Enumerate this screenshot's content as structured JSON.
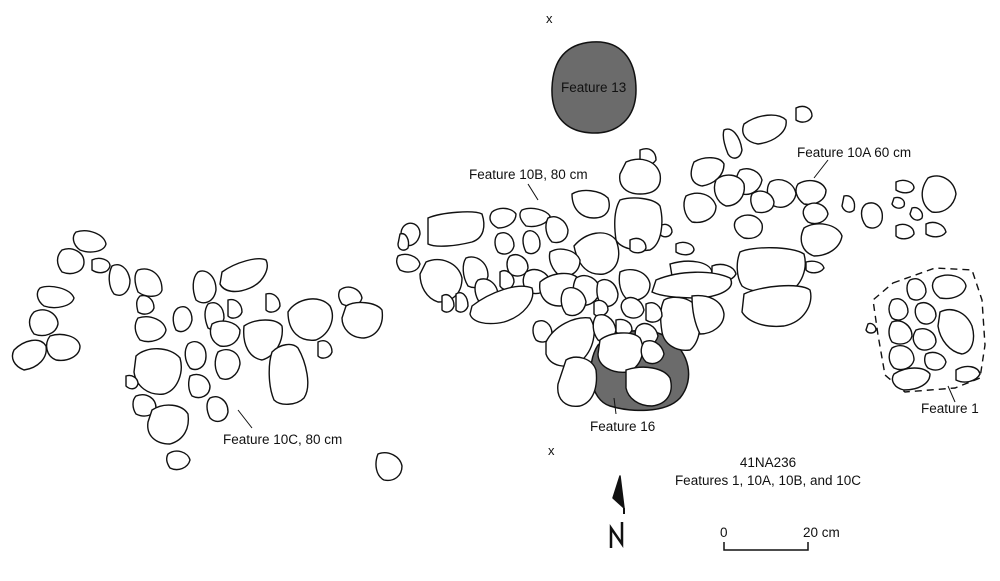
{
  "labels": {
    "feature13": "Feature 13",
    "feature16": "Feature 16",
    "feature10a": "Feature 10A 60 cm",
    "feature10b": "Feature 10B, 80 cm",
    "feature10c": "Feature 10C, 80 cm",
    "feature1": "Feature 1"
  },
  "datum_marks": {
    "top": "x",
    "bottom": "x"
  },
  "site": {
    "title": "41NA236",
    "subtitle": "Features 1, 10A, 10B, and 10C"
  },
  "scale_bar": {
    "start_label": "0",
    "end_label": "20 cm"
  },
  "north_arrow": {
    "letter": "N"
  },
  "colors": {
    "feature_fill": "#6b6b6b",
    "outline": "#111111",
    "background": "#ffffff"
  }
}
